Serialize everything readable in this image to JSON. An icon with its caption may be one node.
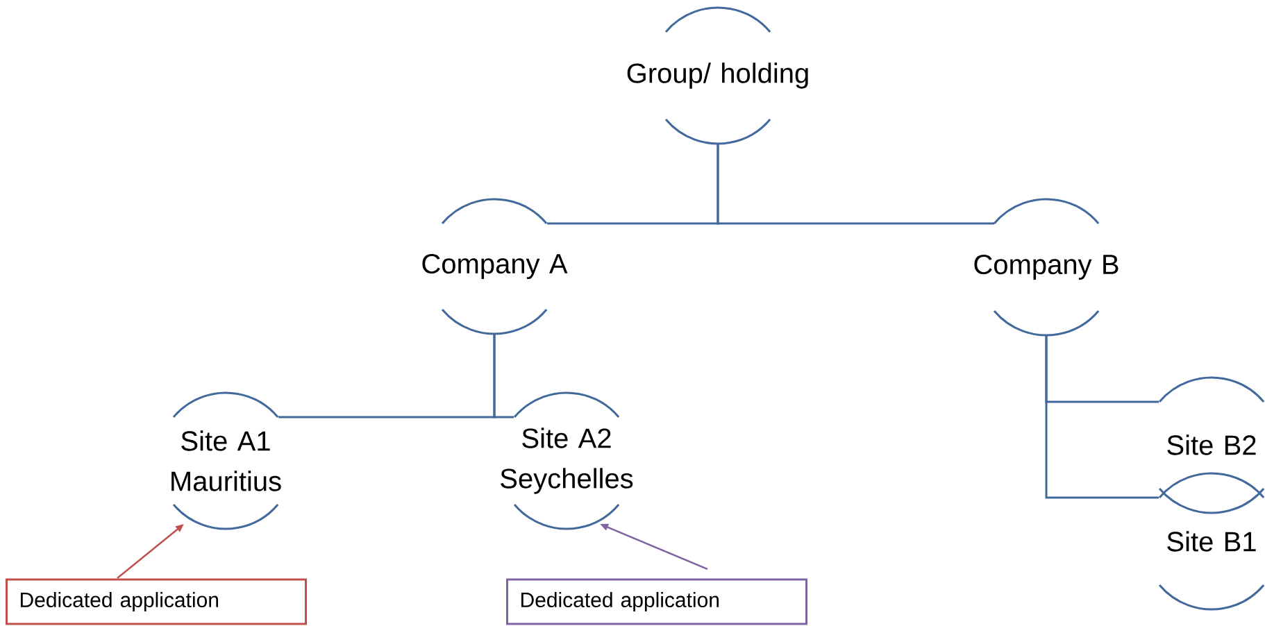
{
  "diagram": {
    "nodes": [
      {
        "text": [
          "Group/ holding"
        ]
      },
      {
        "text": [
          "Company A"
        ]
      },
      {
        "text": [
          "Company B"
        ]
      },
      {
        "text": [
          "Site A1 Mauritius"
        ]
      },
      {
        "text": [
          "Site A2 Seychelles"
        ]
      },
      {
        "text": [
          "Site B2"
        ]
      },
      {
        "text": [
          "Site B1"
        ]
      },
      {
        "text": [
          "Dedicated application"
        ]
      },
      {
        "text": [
          "Dedicated application"
        ]
      }
    ],
    "edges": [
      {
        "from": 0,
        "to": 1,
        "arrow": "none"
      },
      {
        "from": 0,
        "to": 2,
        "arrow": "none"
      },
      {
        "from": 1,
        "to": 3,
        "arrow": "none"
      },
      {
        "from": 1,
        "to": 4,
        "arrow": "none"
      },
      {
        "from": 2,
        "to": 5,
        "arrow": "none"
      },
      {
        "from": 2,
        "to": 6,
        "arrow": "none"
      },
      {
        "from": 7,
        "to": 3,
        "arrow": "to",
        "color": "#c0504d"
      },
      {
        "from": 8,
        "to": 4,
        "arrow": "to",
        "color": "#8064a2"
      }
    ]
  }
}
